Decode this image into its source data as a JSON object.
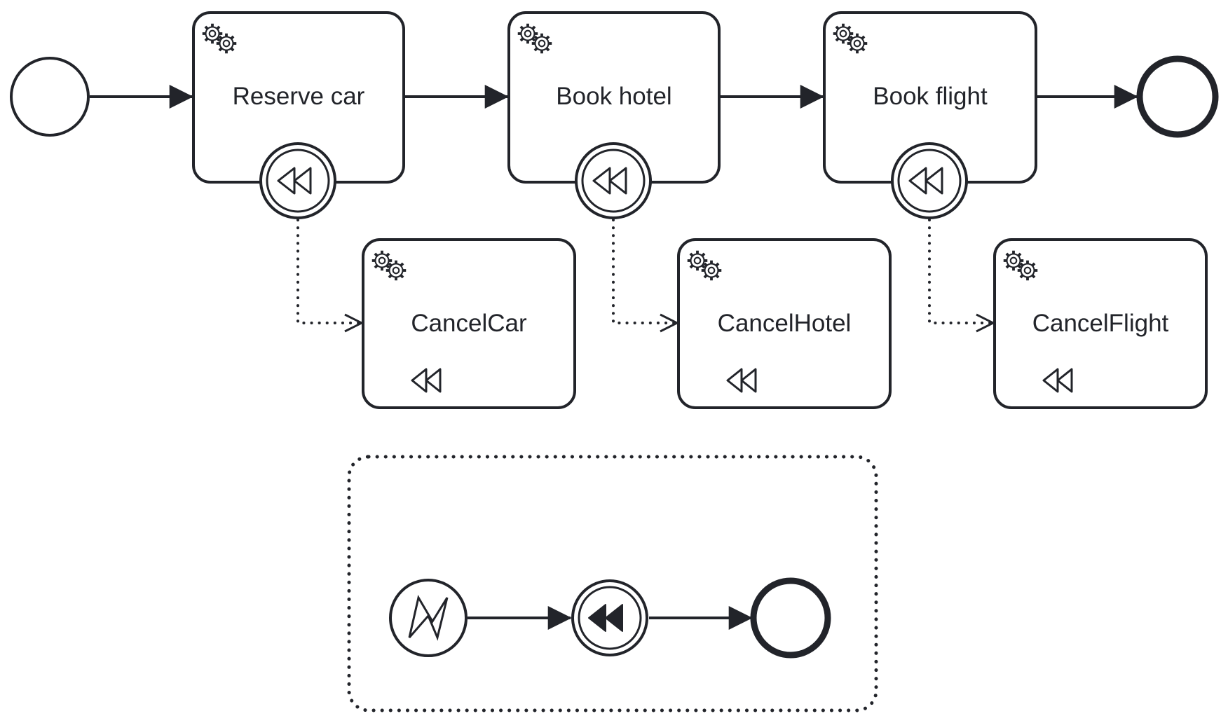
{
  "diagram": {
    "type": "bpmn-compensation",
    "colors": {
      "stroke": "#22242a",
      "fill": "#ffffff"
    },
    "start_event": {
      "kind": "none-start-event"
    },
    "end_event": {
      "kind": "none-end-event"
    },
    "tasks": [
      {
        "label": "Reserve car",
        "kind": "service-task",
        "boundary": "compensation-boundary-event"
      },
      {
        "label": "Book hotel",
        "kind": "service-task",
        "boundary": "compensation-boundary-event"
      },
      {
        "label": "Book flight",
        "kind": "service-task",
        "boundary": "compensation-boundary-event"
      }
    ],
    "compensation_tasks": [
      {
        "label": "CancelCar",
        "kind": "service-task",
        "marker": "compensation-marker"
      },
      {
        "label": "CancelHotel",
        "kind": "service-task",
        "marker": "compensation-marker"
      },
      {
        "label": "CancelFlight",
        "kind": "service-task",
        "marker": "compensation-marker"
      }
    ],
    "event_subprocess": {
      "kind": "event-subprocess",
      "start": "error-start-event",
      "middle": "compensation-throw-intermediate-event",
      "end": "none-end-event"
    }
  }
}
